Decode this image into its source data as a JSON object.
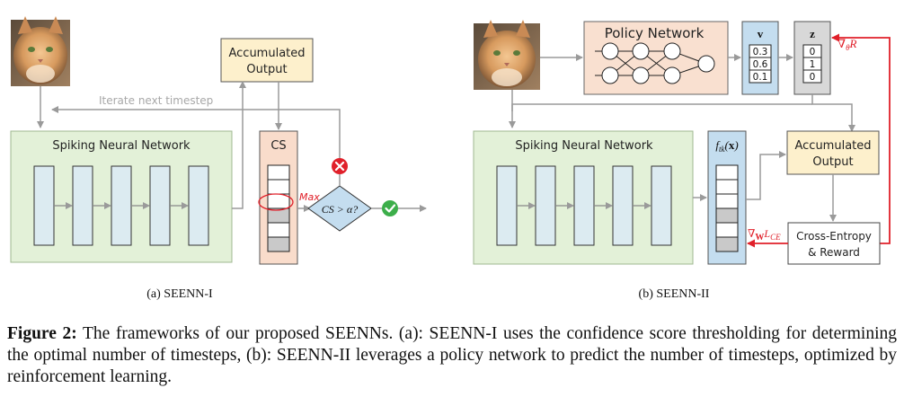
{
  "panel_a": {
    "image_label": "cat-photo",
    "snn_title": "Spiking Neural Network",
    "accumulated_output": [
      "Accumulated",
      "Output"
    ],
    "iterate_label": "Iterate next timestep",
    "cs_label": "CS",
    "max_label": "Max",
    "condition": "CS > α?",
    "subcaption": "(a) SEENN-I"
  },
  "panel_b": {
    "image_label": "cat-photo",
    "policy_title": "Policy Network",
    "v_label": "v",
    "v_values": [
      "0.3",
      "0.6",
      "0.1"
    ],
    "z_label": "z",
    "z_values": [
      "0",
      "1",
      "0"
    ],
    "grad_theta": "∇θR",
    "snn_title": "Spiking Neural Network",
    "f_label": "ftk(x)",
    "accumulated_output": [
      "Accumulated",
      "Output"
    ],
    "loss_box": [
      "Cross-Entropy",
      "& Reward"
    ],
    "grad_w": "∇WLCE",
    "subcaption": "(b) SEENN-II"
  },
  "caption": {
    "label": "Figure 2:",
    "text": " The frameworks of our proposed SEENNs. (a): SEENN-I uses the confidence score thresholding for determining the optimal number of timesteps, (b): SEENN-II leverages a policy network to predict the number of timesteps, optimized by reinforcement learning."
  },
  "colors": {
    "snn_fill": "#e3f1d8",
    "acc_fill": "#fdf0cc",
    "cs_fill": "#f9dccb",
    "policy_fill": "#f9e0d0",
    "blue_fill": "#c4ddef",
    "layer_fill": "#dcebf1",
    "z_fill": "#d8d8d8",
    "red": "#e0202a",
    "arrow": "#999999",
    "green": "#3cae4a"
  }
}
